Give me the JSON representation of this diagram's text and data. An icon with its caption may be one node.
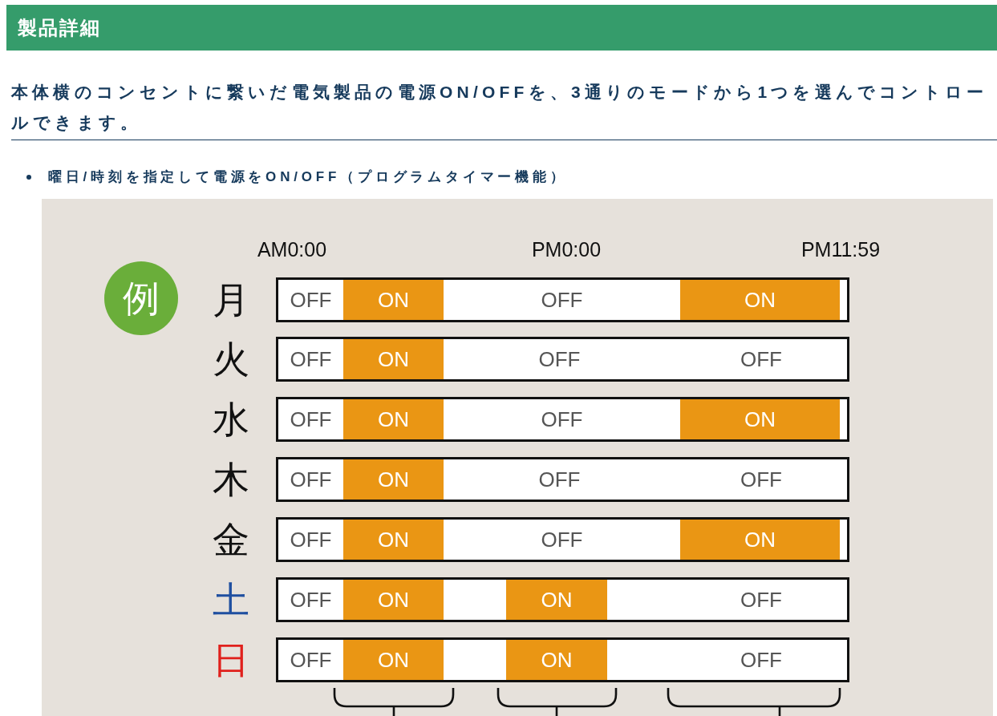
{
  "diagram": {
    "title": "製品詳細",
    "nodes": [
      {
        "text": [
          "例"
        ]
      },
      {
        "text": [],
        "shape": "bar",
        "beside": [
          "月"
        ]
      },
      {
        "text": [
          "OFF"
        ],
        "in": 1
      },
      {
        "text": [
          "ON"
        ],
        "in": 1
      },
      {
        "text": [
          "OFF"
        ],
        "in": 1
      },
      {
        "text": [
          "ON"
        ],
        "in": 1
      },
      {
        "text": [],
        "shape": "bar",
        "beside": [
          "火"
        ]
      },
      {
        "text": [
          "OFF"
        ],
        "in": 6
      },
      {
        "text": [
          "ON"
        ],
        "in": 6
      },
      {
        "text": [
          "OFF"
        ],
        "in": 6
      },
      {
        "text": [
          "OFF"
        ],
        "in": 6
      },
      {
        "text": [],
        "shape": "bar",
        "beside": [
          "水"
        ]
      },
      {
        "text": [
          "OFF"
        ],
        "in": 11
      },
      {
        "text": [
          "ON"
        ],
        "in": 11
      },
      {
        "text": [
          "OFF"
        ],
        "in": 11
      },
      {
        "text": [
          "ON"
        ],
        "in": 11
      },
      {
        "text": [],
        "shape": "bar",
        "beside": [
          "木"
        ]
      },
      {
        "text": [
          "OFF"
        ],
        "in": 16
      },
      {
        "text": [
          "ON"
        ],
        "in": 16
      },
      {
        "text": [
          "OFF"
        ],
        "in": 16
      },
      {
        "text": [
          "OFF"
        ],
        "in": 16
      },
      {
        "text": [],
        "shape": "bar",
        "beside": [
          "金"
        ]
      },
      {
        "text": [
          "OFF"
        ],
        "in": 21
      },
      {
        "text": [
          "ON"
        ],
        "in": 21
      },
      {
        "text": [
          "OFF"
        ],
        "in": 21
      },
      {
        "text": [
          "ON"
        ],
        "in": 21
      },
      {
        "text": [],
        "shape": "bar",
        "beside": [
          "土"
        ]
      },
      {
        "text": [
          "OFF"
        ],
        "in": 26
      },
      {
        "text": [
          "ON"
        ],
        "in": 26
      },
      {
        "text": [
          "ON"
        ],
        "in": 26
      },
      {
        "text": [
          "OFF"
        ],
        "in": 26
      },
      {
        "text": [],
        "shape": "bar",
        "beside": [
          "日"
        ]
      },
      {
        "text": [
          "OFF"
        ],
        "in": 31
      },
      {
        "text": [
          "ON"
        ],
        "in": 31
      },
      {
        "text": [
          "ON"
        ],
        "in": 31
      },
      {
        "text": [
          "OFF"
        ],
        "in": 31
      }
    ],
    "labels": [
      "本体横のコンセントに繋いだ電気製品の電源ON/OFFを、3通りのモードから1つを選んでコントロールできます。",
      "曜日/時刻を指定して電源をON/OFF（プログラムタイマー機能）",
      "AM0:00",
      "PM0:00",
      "PM11:59"
    ]
  }
}
